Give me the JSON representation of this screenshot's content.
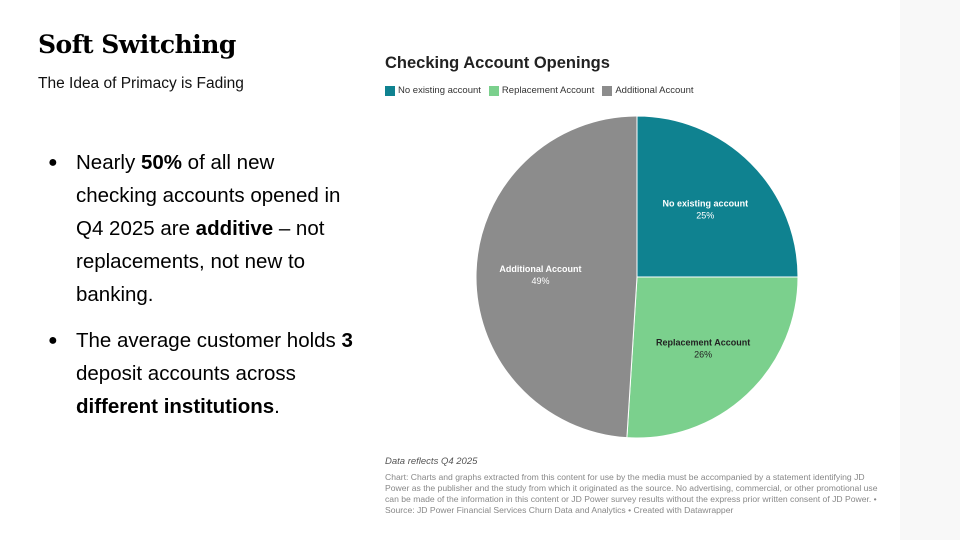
{
  "slide": {
    "title": "Soft Switching",
    "subtitle": "The Idea of Primacy is Fading",
    "bullets": [
      {
        "parts": [
          {
            "text": "Nearly ",
            "bold": false
          },
          {
            "text": "50%",
            "bold": true
          },
          {
            "text": " of all new checking accounts opened in Q4 2025 are ",
            "bold": false
          },
          {
            "text": "additive",
            "bold": true
          },
          {
            "text": " – not replacements, not new to banking.",
            "bold": false
          }
        ]
      },
      {
        "parts": [
          {
            "text": "The average customer holds ",
            "bold": false
          },
          {
            "text": "3",
            "bold": true
          },
          {
            "text": " deposit accounts across ",
            "bold": false
          },
          {
            "text": "different institutions",
            "bold": true
          },
          {
            "text": ".",
            "bold": false
          }
        ]
      }
    ]
  },
  "chart_data": {
    "type": "pie",
    "title": "Checking Account Openings",
    "slices": [
      {
        "label": "No existing account",
        "value": 25,
        "display": "25%",
        "color": "#0f8290",
        "text_color": "#ffffff"
      },
      {
        "label": "Replacement Account",
        "value": 26,
        "display": "26%",
        "color": "#7bd08d",
        "text_color": "#222222"
      },
      {
        "label": "Additional Account",
        "value": 49,
        "display": "49%",
        "color": "#8c8c8c",
        "text_color": "#ffffff"
      }
    ],
    "legend": [
      "No existing account",
      "Replacement Account",
      "Additional Account"
    ],
    "legend_placement": "top-left",
    "note": "Data reflects Q4 2025",
    "source": "Chart: Charts and graphs extracted from this content for use by the media must be accompanied by a statement identifying JD Power as the publisher and the study from which it originated as the source. No advertising, commercial, or other promotional use can be made of the information in this content or JD Power survey results without the express prior written consent of JD Power. • Source: JD Power Financial Services Churn Data and Analytics • Created with Datawrapper"
  }
}
